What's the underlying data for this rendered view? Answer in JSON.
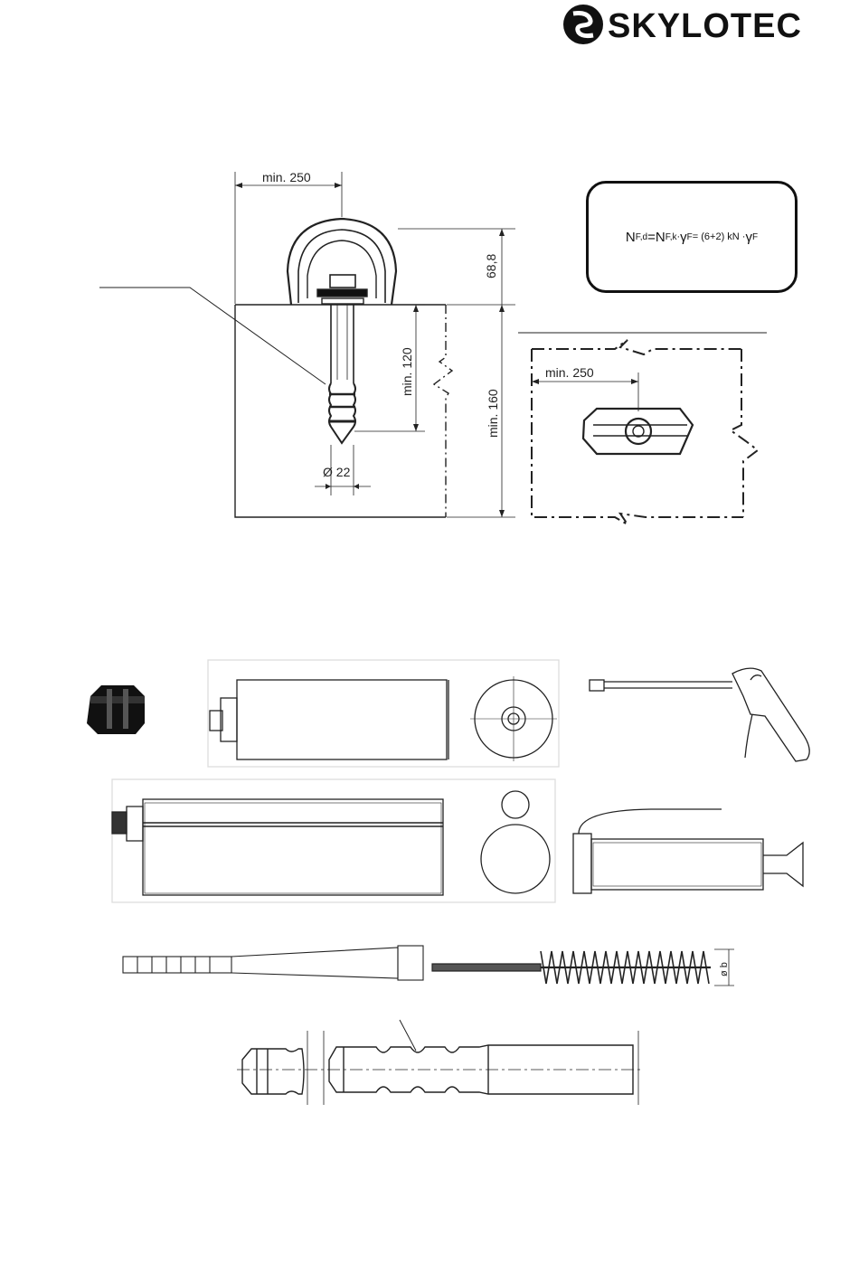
{
  "brand": {
    "name": "SKYLOTEC",
    "logo_icon": "skylotec-logo-icon"
  },
  "formula": {
    "N1": "N",
    "sub1": "F,d",
    "eq": " = ",
    "N2": "N",
    "sub2": "F,k",
    "dot1": " · ",
    "gamma1": "γ",
    "gsub1": "F",
    "rhs": " = (6+2) kN · ",
    "gamma2": "γ",
    "gsub2": "F"
  },
  "dimensions": {
    "top_width": "min. 250",
    "head_height": "68,8",
    "embed_depth": "min. 120",
    "block_depth": "min. 160",
    "diameter": "Ø 22",
    "plan_width": "min. 250"
  },
  "accessories": {
    "brush_diameter_label": "ø b"
  }
}
